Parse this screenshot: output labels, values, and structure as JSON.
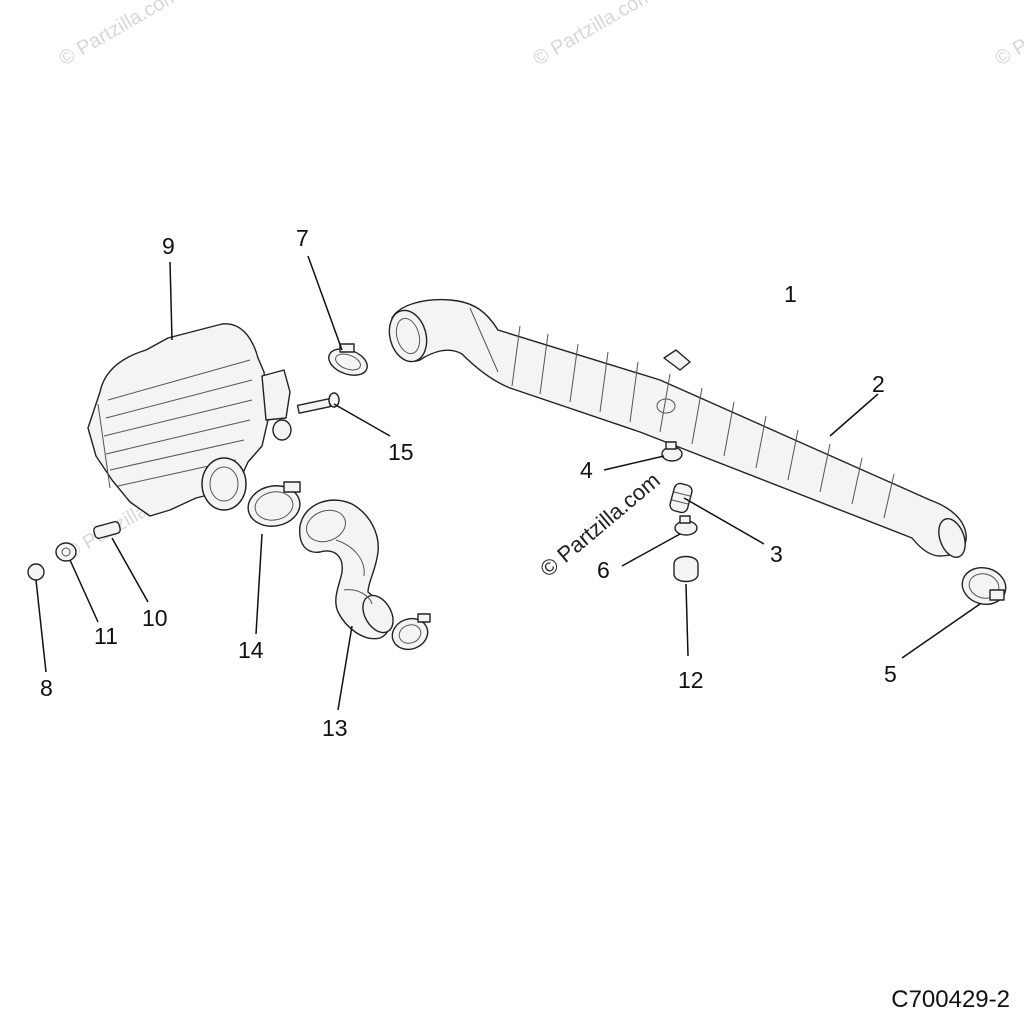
{
  "callouts": {
    "c1": "1",
    "c2": "2",
    "c3": "3",
    "c4": "4",
    "c5": "5",
    "c6": "6",
    "c7": "7",
    "c8": "8",
    "c9": "9",
    "c10": "10",
    "c11": "11",
    "c12": "12",
    "c13": "13",
    "c14": "14",
    "c15": "15"
  },
  "watermark": "© Partzilla.com",
  "reference_code": "C700429-2"
}
